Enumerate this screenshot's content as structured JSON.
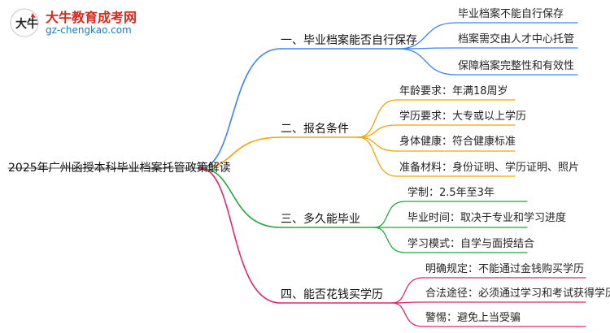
{
  "logo": {
    "title": "大牛教育成考网",
    "url": "gz-chengkao.com",
    "mark_text": "大牛"
  },
  "colors": {
    "blue": "#3b82f6",
    "orange": "#f0a500",
    "green": "#22a83c",
    "pink": "#e0266b"
  },
  "root": "2025年广州函授本科毕业档案托管政策解读",
  "branches": [
    {
      "label": "一、毕业档案能否自行保存",
      "color": "blue",
      "leaves": [
        "毕业档案不能自行保存",
        "档案需交由人才中心托管",
        "保障档案完整性和有效性"
      ]
    },
    {
      "label": "二、报名条件",
      "color": "orange",
      "leaves": [
        "年龄要求：年满18周岁",
        "学历要求：大专或以上学历",
        "身体健康：符合健康标准",
        "准备材料：身份证明、学历证明、照片"
      ]
    },
    {
      "label": "三、多久能毕业",
      "color": "green",
      "leaves": [
        "学制：2.5年至3年",
        "毕业时间：取决于专业和学习进度",
        "学习模式：自学与面授结合"
      ]
    },
    {
      "label": "四、能否花钱买学历",
      "color": "pink",
      "leaves": [
        "明确规定：不能通过金钱购买学历",
        "合法途径：必须通过学习和考试获得学历",
        "警惕：避免上当受骗"
      ]
    }
  ]
}
